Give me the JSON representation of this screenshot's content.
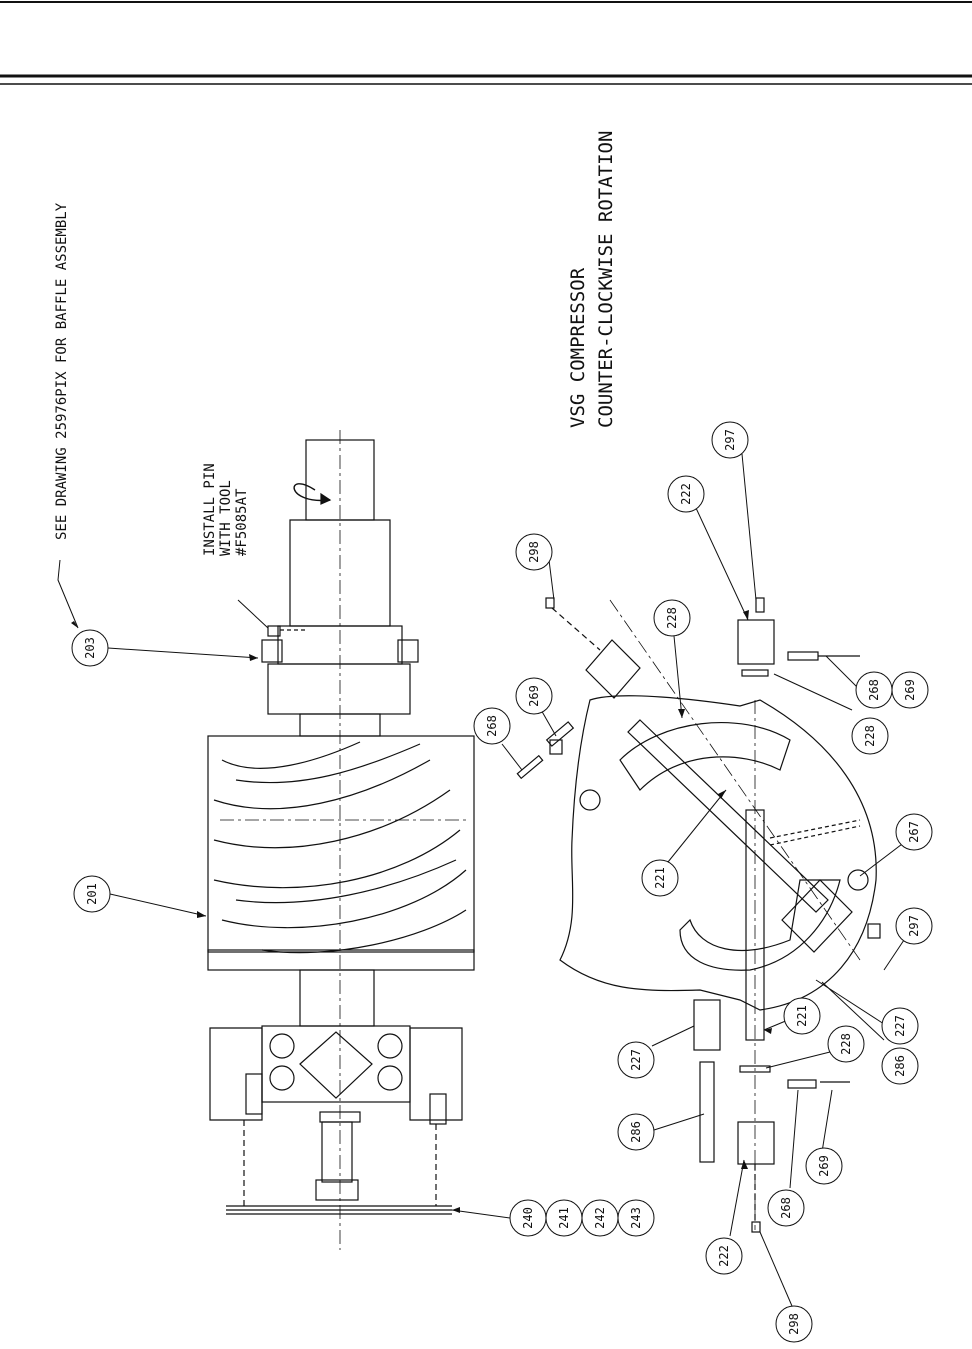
{
  "notes": {
    "title_line1": "VSG COMPRESSOR",
    "title_line2": "COUNTER-CLOCKWISE ROTATION",
    "see_drawing": "SEE DRAWING 25976PIX FOR BAFFLE ASSEMBLY",
    "install_line1": "INSTALL PIN",
    "install_line2": "WITH TOOL",
    "install_line3": "#F5085AT"
  },
  "callouts": [
    {
      "id": "c203",
      "label": "203"
    },
    {
      "id": "c201",
      "label": "201"
    },
    {
      "id": "c240",
      "label": "240"
    },
    {
      "id": "c241",
      "label": "241"
    },
    {
      "id": "c242",
      "label": "242"
    },
    {
      "id": "c243",
      "label": "243"
    },
    {
      "id": "c298a",
      "label": "298"
    },
    {
      "id": "c269a",
      "label": "269"
    },
    {
      "id": "c268a",
      "label": "268"
    },
    {
      "id": "c228a",
      "label": "228"
    },
    {
      "id": "c221a",
      "label": "221"
    },
    {
      "id": "c222a",
      "label": "222"
    },
    {
      "id": "c297a",
      "label": "297"
    },
    {
      "id": "c268b",
      "label": "268"
    },
    {
      "id": "c269b",
      "label": "269"
    },
    {
      "id": "c228b",
      "label": "228"
    },
    {
      "id": "c267",
      "label": "267"
    },
    {
      "id": "c297b",
      "label": "297"
    },
    {
      "id": "c227a",
      "label": "227"
    },
    {
      "id": "c286a",
      "label": "286"
    },
    {
      "id": "c221b",
      "label": "221"
    },
    {
      "id": "c228c",
      "label": "228"
    },
    {
      "id": "c227b",
      "label": "227"
    },
    {
      "id": "c286b",
      "label": "286"
    },
    {
      "id": "c268c",
      "label": "268"
    },
    {
      "id": "c269c",
      "label": "269"
    },
    {
      "id": "c222b",
      "label": "222"
    },
    {
      "id": "c298b",
      "label": "298"
    }
  ]
}
